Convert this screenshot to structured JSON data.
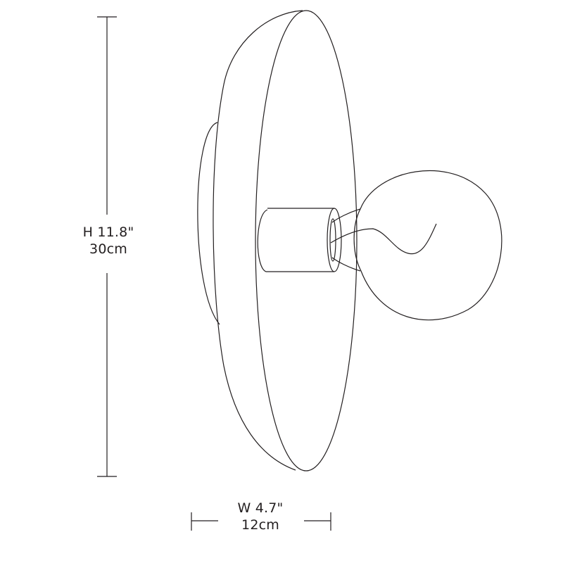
{
  "title": "Wall sconce dimension drawing",
  "dimensions": {
    "height": {
      "label_imperial": "H  11.8\"",
      "label_metric": "30cm"
    },
    "width": {
      "label_imperial": "W 4.7\"",
      "label_metric": "12cm"
    }
  },
  "parts": [
    "wall-mount",
    "disc-shade",
    "socket",
    "bulb",
    "filament"
  ],
  "colors": {
    "line": "#231f20",
    "background": "#ffffff"
  }
}
